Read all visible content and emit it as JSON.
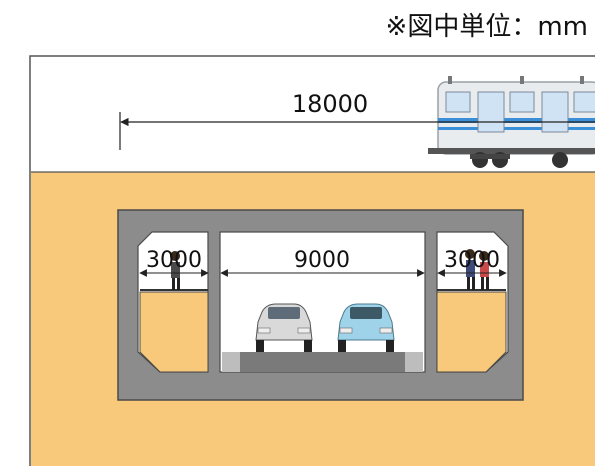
{
  "unit_note": "※図中単位：mm",
  "dimensions": {
    "total_width": "18000",
    "left_walkway": "3000",
    "roadway": "9000",
    "right_walkway": "3000"
  },
  "colors": {
    "ground": "#F8C97A",
    "structure": "#8C8C8C",
    "structure_edge": "#4A4A4A",
    "interior": "#FFFFFF",
    "walkway_fill": "#F8C97A",
    "road_surface": "#7A7A7A"
  }
}
